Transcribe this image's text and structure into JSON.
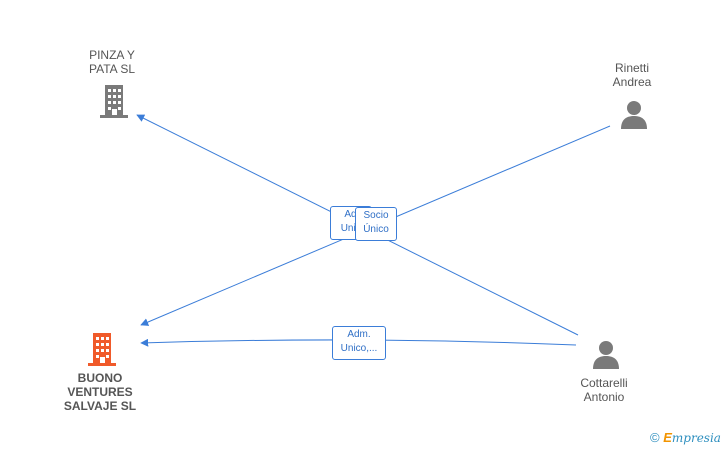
{
  "nodes": {
    "pinza": {
      "label_line1": "PINZA Y",
      "label_line2": "PATA  SL",
      "color": "#7a7a7a",
      "icon": "building-icon"
    },
    "buono": {
      "label_line1": "BUONO",
      "label_line2": "VENTURES",
      "label_line3": "SALVAJE  SL",
      "color": "#f05a2a",
      "icon": "building-icon"
    },
    "rinetti": {
      "label_line1": "Rinetti",
      "label_line2": "Andrea",
      "color": "#7a7a7a",
      "icon": "person-icon"
    },
    "cottarelli": {
      "label_line1": "Cottarelli",
      "label_line2": "Antonio",
      "color": "#7a7a7a",
      "icon": "person-icon"
    }
  },
  "edges": {
    "adm_top": {
      "line1": "Adm.",
      "line2": "Unico"
    },
    "socio": {
      "line1": "Socio",
      "line2": "Único"
    },
    "adm_bottom": {
      "line1": "Adm.",
      "line2": "Unico,..."
    }
  },
  "edge_color": "#3b7dd8",
  "brand": {
    "copyright": "©",
    "e": "E",
    "rest": "mpresia"
  }
}
